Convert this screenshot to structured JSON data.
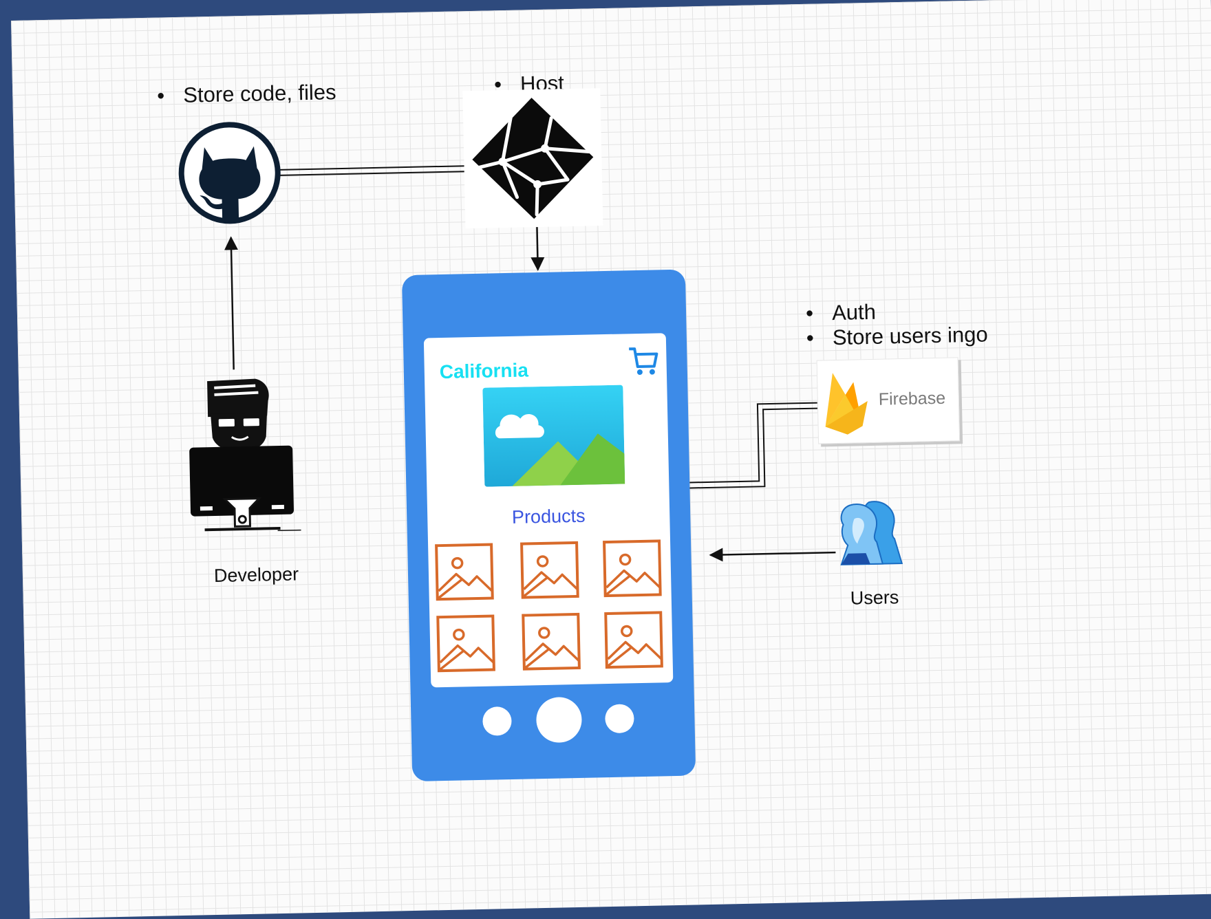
{
  "github": {
    "bullets": [
      "Store code, files"
    ],
    "icon": "github-octocat-icon"
  },
  "netlify": {
    "bullets": [
      "Host"
    ],
    "icon": "netlify-icon"
  },
  "developer": {
    "label": "Developer",
    "icon": "developer-at-computer-icon"
  },
  "phone": {
    "app_title": "California",
    "section_label": "Products",
    "cart_icon": "shopping-cart-icon",
    "hero_icon": "landscape-image-icon",
    "product_icon": "image-placeholder-icon",
    "product_count": 6,
    "colors": {
      "body": "#3d8be8",
      "title": "#17e0f2",
      "section": "#3a55e0",
      "product": "#d86a2a"
    }
  },
  "firebase": {
    "bullets": [
      "Auth",
      "Store users ingo"
    ],
    "label": "Firebase",
    "icon": "firebase-flame-icon"
  },
  "users": {
    "label": "Users",
    "icon": "users-group-icon"
  }
}
